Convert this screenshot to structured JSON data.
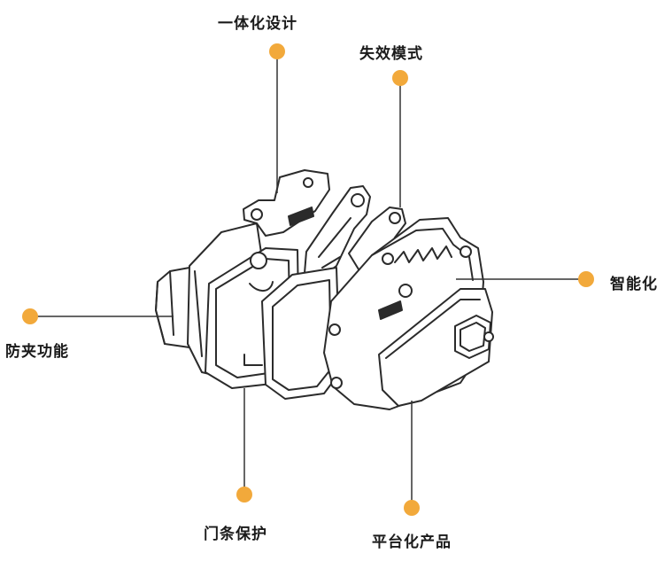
{
  "labels": {
    "integrated_design": "一体化设计",
    "failure_mode": "失效模式",
    "intelligent": "智能化",
    "anti_pinch": "防夹功能",
    "door_strip_protection": "门条保护",
    "platform_product": "平台化产品"
  },
  "colors": {
    "dot": "#F2A93B",
    "line": "#333333",
    "outline": "#2b2b2b",
    "fill": "#ffffff"
  },
  "icons": {
    "product": "door-latch-actuator-illustration",
    "marker": "callout-dot"
  }
}
